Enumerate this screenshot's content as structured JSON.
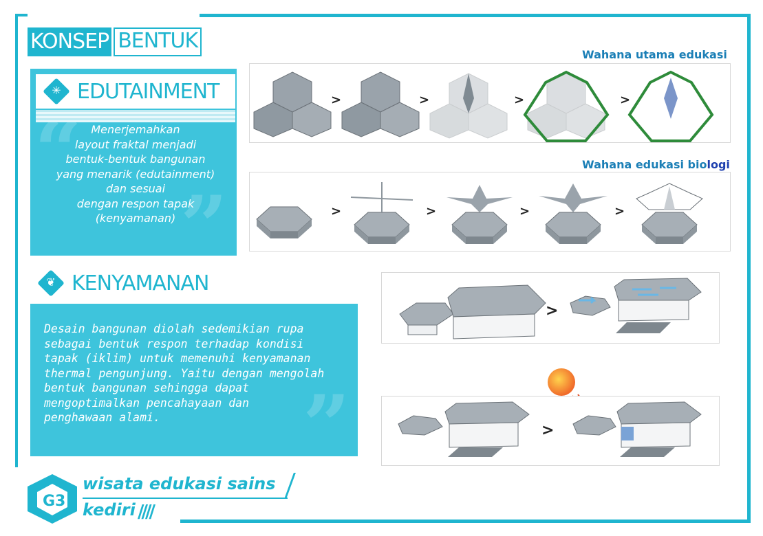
{
  "title": {
    "part1": "KONSEP",
    "part2": "BENTUK"
  },
  "edutainment": {
    "heading": "EDUTAINMENT",
    "lines": [
      "Menerjemahkan",
      "layout fraktal menjadi",
      "bentuk-bentuk bangunan",
      "yang menarik (edutainment)",
      "dan sesuai",
      "dengan respon tapak",
      "(kenyamanan)"
    ]
  },
  "kenyamanan": {
    "heading": "KENYAMANAN",
    "lines": [
      "Desain bangunan diolah sedemikian rupa",
      "sebagai bentuk respon terhadap kondisi",
      "tapak (iklim) untuk memenuhi kenyamanan",
      "thermal pengunjung. Yaitu dengan mengolah",
      "bentuk bangunan sehingga dapat",
      "mengoptimalkan pencahayaan dan",
      "penghawaan alami."
    ]
  },
  "diagrams": {
    "utama_label": "Wahana utama edukasi",
    "biologi_label_a": "Wahana edukasi bio",
    "biologi_label_b": "logi",
    "arrow": ">"
  },
  "logo": {
    "line1": "wisata edukasi sains",
    "line2": "kediri",
    "hatch": "////"
  },
  "colors": {
    "accent": "#1fb5cf",
    "panel": "#3ec4dc",
    "label": "#1b7fb6"
  },
  "icons": [
    "snowflake-icon",
    "leaf-icon",
    "sun-icon",
    "wind-arrow-icon"
  ]
}
